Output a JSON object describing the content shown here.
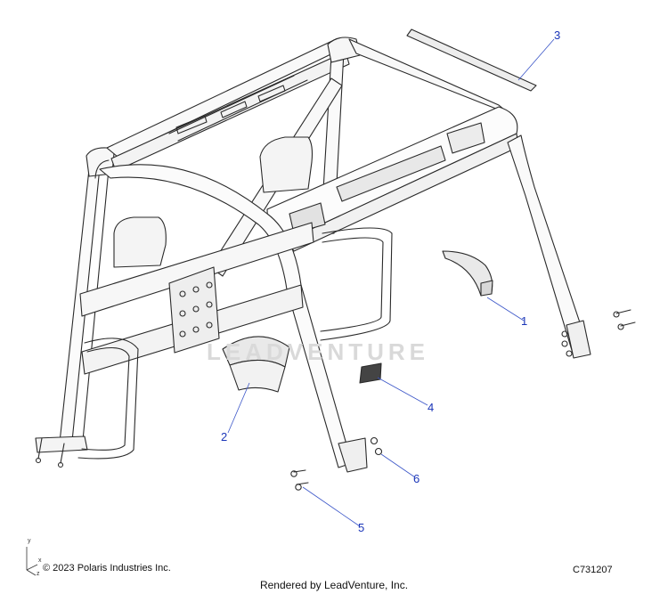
{
  "diagram": {
    "callouts": [
      {
        "label": "1"
      },
      {
        "label": "2"
      },
      {
        "label": "3"
      },
      {
        "label": "4"
      },
      {
        "label": "5"
      },
      {
        "label": "6"
      }
    ],
    "watermark": "LEADVENTURE",
    "axis_labels": {
      "y": "y",
      "x": "x",
      "z": "z"
    },
    "colors": {
      "line": "#2a2a2a",
      "callout": "#1a35b8",
      "leader": "#3a55c8",
      "watermark": "#d9d9d9"
    }
  },
  "footer": {
    "copyright": "© 2023 Polaris Industries Inc.",
    "figure_id": "C731207",
    "credit": "Rendered by LeadVenture, Inc."
  }
}
